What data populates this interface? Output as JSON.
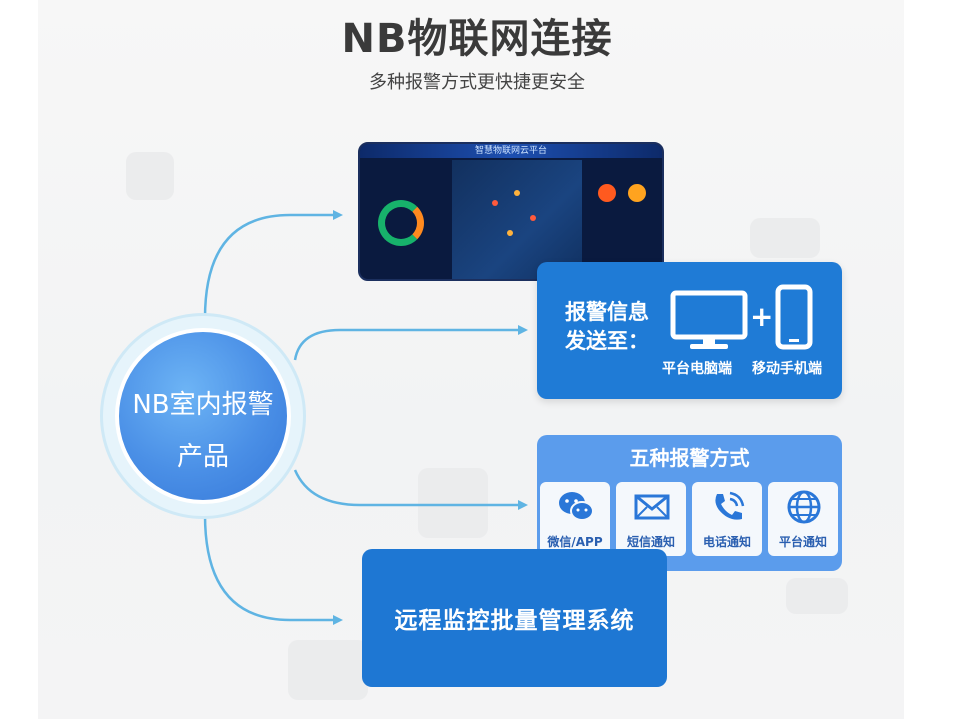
{
  "title": "NB物联网连接",
  "subtitle": "多种报警方式更快捷更安全",
  "hub": {
    "line1": "NB室内报警",
    "line2": "产品"
  },
  "screen": {
    "header": "智慧物联网云平台"
  },
  "send": {
    "title_line1": "报警信息",
    "title_line2": "发送至：",
    "plus": "+",
    "pc_label": "平台电脑端",
    "mobile_label": "移动手机端"
  },
  "alarm": {
    "title": "五种报警方式",
    "methods": [
      {
        "label": "微信/APP",
        "icon": "wechat-icon"
      },
      {
        "label": "短信通知",
        "icon": "envelope-icon"
      },
      {
        "label": "电话通知",
        "icon": "phone-icon"
      },
      {
        "label": "平台通知",
        "icon": "globe-icon"
      }
    ]
  },
  "remote": {
    "title": "远程监控批量管理系统"
  },
  "colors": {
    "primary_blue": "#1f7bd6",
    "light_blue": "#5b9cec",
    "hub_blue": "#4a8fe6",
    "line_blue": "#5fb4e3"
  }
}
